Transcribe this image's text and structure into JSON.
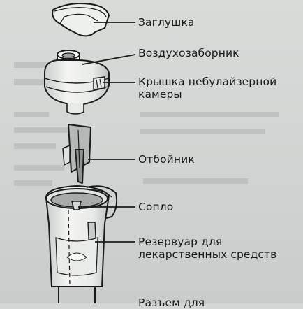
{
  "parts": [
    {
      "id": "plug",
      "label": "Заглушка"
    },
    {
      "id": "air-intake",
      "label": "Воздухозаборник"
    },
    {
      "id": "chamber-cap",
      "label": "Крышка небулайзерной камеры"
    },
    {
      "id": "baffle",
      "label": "Отбойник"
    },
    {
      "id": "nozzle",
      "label": "Сопло"
    },
    {
      "id": "medication-reservoir",
      "label": "Резервуар для лекарственных средств"
    },
    {
      "id": "connector",
      "label": "Разъем для"
    }
  ],
  "colors": {
    "paper": "#d3d6d4",
    "ink": "#181a19",
    "part_fill": "#f2f3f1",
    "part_shade": "#bfc3c1"
  }
}
